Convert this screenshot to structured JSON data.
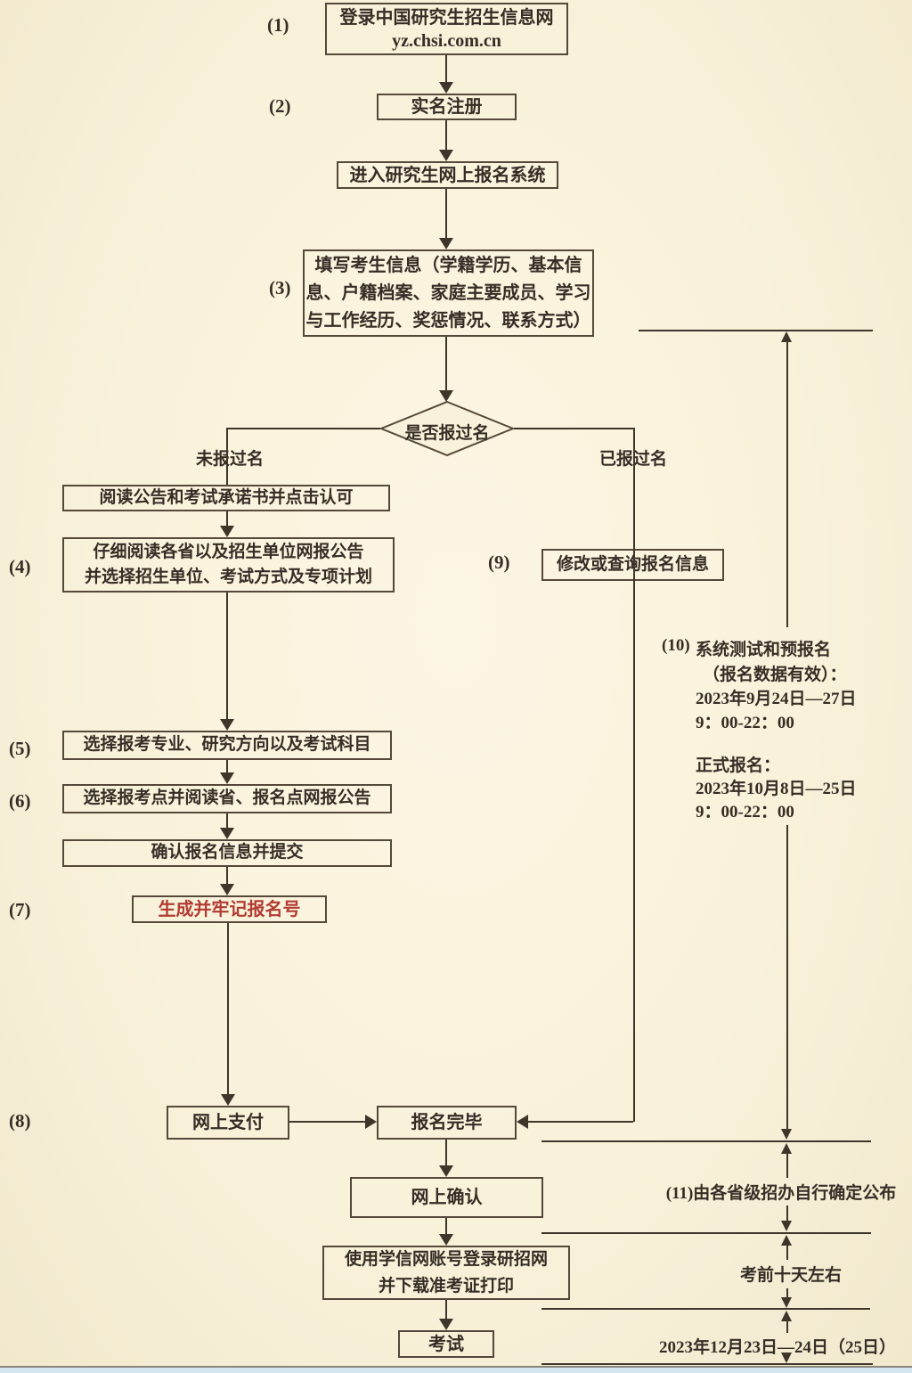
{
  "colors": {
    "background": "#f9f2da",
    "line": "#3e362b",
    "box_border": "#55483a",
    "text": "#352e26",
    "accent_red": "#b23b32",
    "footer_strip": "#d5e6f1"
  },
  "steps": {
    "s1": {
      "label": "(1)",
      "line1": "登录中国研究生招生信息网",
      "line2": "yz.chsi.com.cn"
    },
    "s2": {
      "label": "(2)",
      "text": "实名注册"
    },
    "enter_system": {
      "text": "进入研究生网上报名系统"
    },
    "s3": {
      "label": "(3)",
      "line1": "填写考生信息（学籍学历、基本信",
      "line2": "息、户籍档案、家庭主要成员、学习",
      "line3": "与工作经历、奖惩情况、联系方式）"
    },
    "decision": {
      "text": "是否报过名",
      "branch_no": "未报过名",
      "branch_yes": "已报过名"
    },
    "read_notice": {
      "text": "阅读公告和考试承诺书并点击认可"
    },
    "s4": {
      "label": "(4)",
      "line1": "仔细阅读各省以及招生单位网报公告",
      "line2": "并选择招生单位、考试方式及专项计划"
    },
    "s9": {
      "label": "(9)",
      "text": "修改或查询报名信息"
    },
    "s5": {
      "label": "(5)",
      "text": "选择报考专业、研究方向以及考试科目"
    },
    "s6": {
      "label": "(6)",
      "text": "选择报考点并阅读省、报名点网报公告"
    },
    "confirm": {
      "text": "确认报名信息并提交"
    },
    "s7": {
      "label": "(7)",
      "text": "生成并牢记报名号"
    },
    "s8": {
      "label": "(8)",
      "pay": "网上支付",
      "done": "报名完毕"
    },
    "online_confirm": {
      "text": "网上确认"
    },
    "download": {
      "line1": "使用学信网账号登录研招网",
      "line2": "并下载准考证打印"
    },
    "exam": {
      "text": "考试"
    }
  },
  "timeline": {
    "s10": {
      "label": "(10)",
      "title": "系统测试和预报名",
      "subtitle": "（报名数据有效）：",
      "date1": "2023年9月24日—27日",
      "time1": "9：00-22：00",
      "title2": "正式报名：",
      "date2": "2023年10月8日—25日",
      "time2": "9：00-22：00"
    },
    "s11": {
      "label": "(11)",
      "text": "由各省级招办自行确定公布"
    },
    "before_exam": "考前十天左右",
    "exam_dates": "2023年12月23日—24日（25日）"
  }
}
